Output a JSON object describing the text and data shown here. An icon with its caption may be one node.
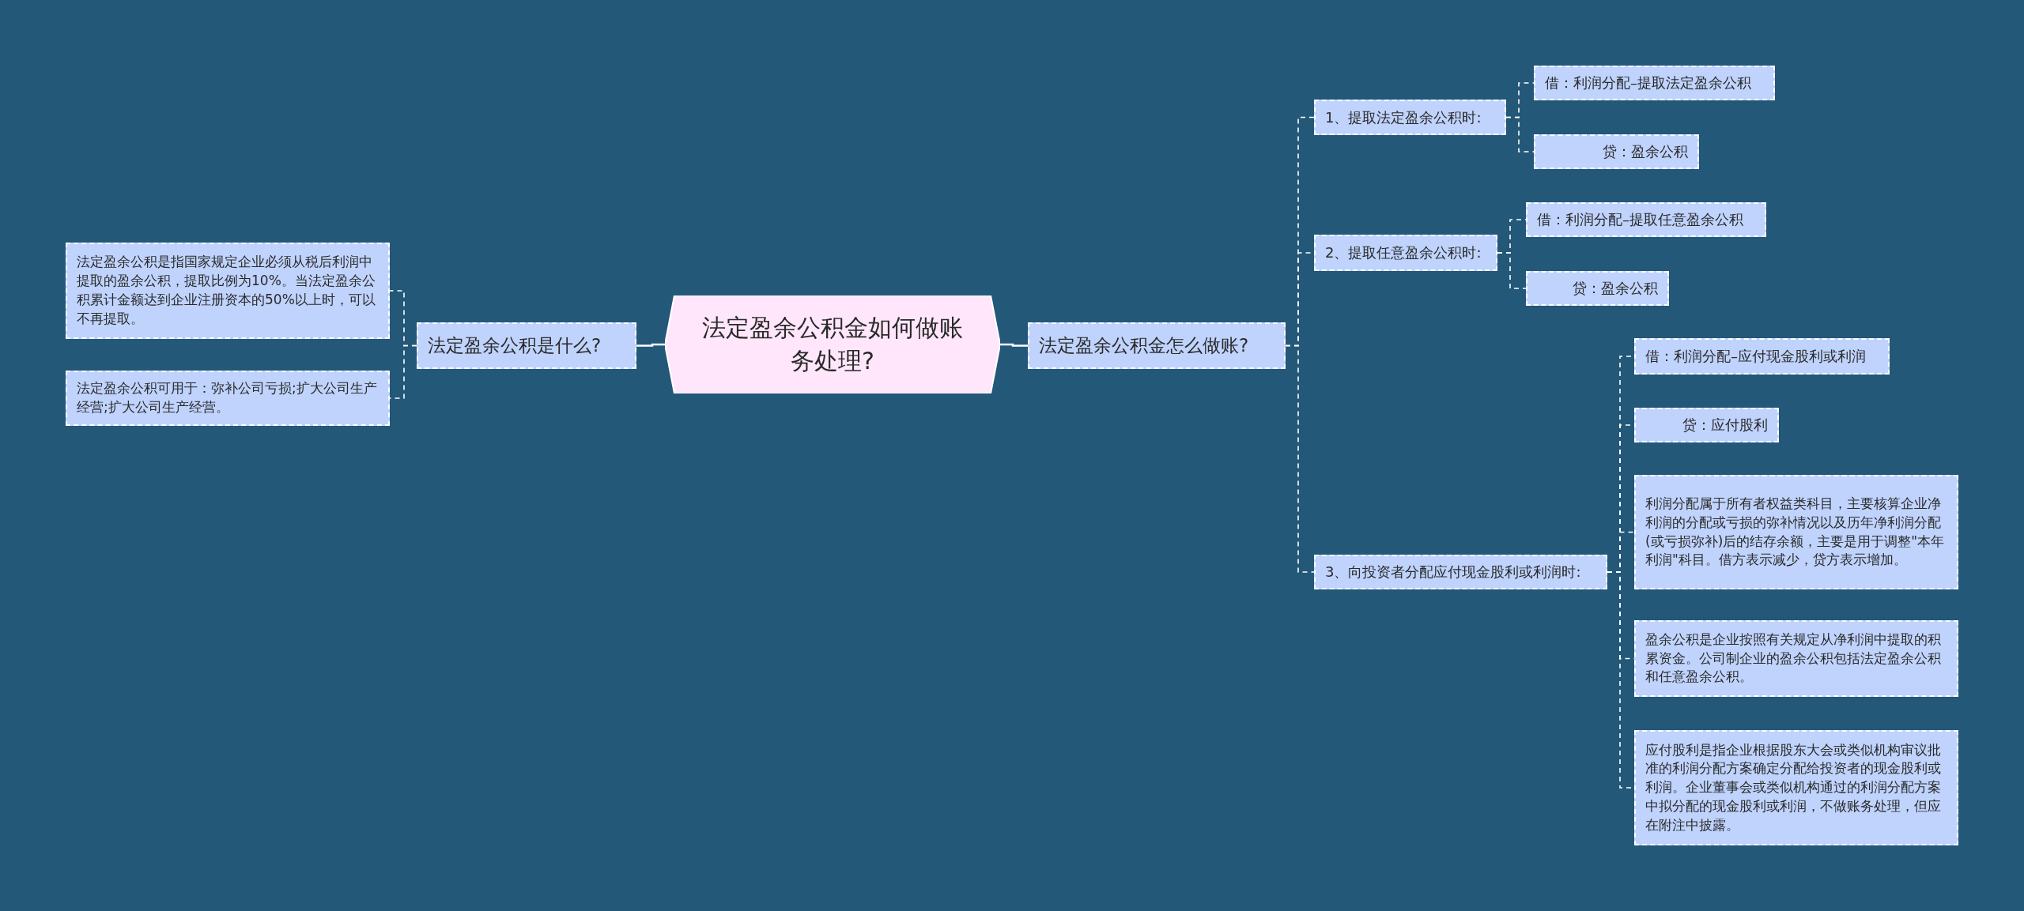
{
  "diagram": {
    "nodes": [
      {
        "text": [
          "法定盈余公积金如何做账务处理?"
        ]
      },
      {
        "text": [
          "法定盈余公积是什么?"
        ]
      },
      {
        "text": [
          "法定盈余公积是指国家规定企业必须从税后利润中提取的盈余公积，提取比例为10%。当法定盈余公积累计金额达到企业注册资本的50%以上时，可以不再提取。"
        ]
      },
      {
        "text": [
          "法定盈余公积可用于：弥补公司亏损;扩大公司生产经营;扩大公司生产经营。"
        ]
      },
      {
        "text": [
          "法定盈余公积金怎么做账?"
        ]
      },
      {
        "text": [
          "1、提取法定盈余公积时:"
        ]
      },
      {
        "text": [
          "借：利润分配–提取法定盈余公积"
        ]
      },
      {
        "text": [
          "贷：盈余公积"
        ]
      },
      {
        "text": [
          "2、提取任意盈余公积时:"
        ]
      },
      {
        "text": [
          "借：利润分配–提取任意盈余公积"
        ]
      },
      {
        "text": [
          "贷：盈余公积"
        ]
      },
      {
        "text": [
          "3、向投资者分配应付现金股利或利润时:"
        ]
      },
      {
        "text": [
          "借：利润分配–应付现金股利或利润"
        ]
      },
      {
        "text": [
          "贷：应付股利"
        ]
      },
      {
        "text": [
          "利润分配属于所有者权益类科目，主要核算企业净利润的分配或亏损的弥补情况以及历年净利润分配(或亏损弥补)后的结存余额，主要是用于调整\"本年利润\"科目。借方表示减少，贷方表示增加。"
        ]
      },
      {
        "text": [
          "盈余公积是企业按照有关规定从净利润中提取的积累资金。公司制企业的盈余公积包括法定盈余公积和任意盈余公积。"
        ]
      },
      {
        "text": [
          "应付股利是指企业根据股东大会或类似机构审议批准的利润分配方案确定分配给投资者的现金股利或利润。企业董事会或类似机构通过的利润分配方案中拟分配的现金股利或利润，不做账务处理，但应在附注中披露。"
        ]
      }
    ],
    "edges": [
      {
        "from": 0,
        "to": 1,
        "arrow": "none"
      },
      {
        "from": 1,
        "to": 2,
        "arrow": "none",
        "style": "dashed"
      },
      {
        "from": 1,
        "to": 3,
        "arrow": "none",
        "style": "dashed"
      },
      {
        "from": 0,
        "to": 4,
        "arrow": "none"
      },
      {
        "from": 4,
        "to": 5,
        "arrow": "none",
        "style": "dashed"
      },
      {
        "from": 5,
        "to": 6,
        "arrow": "none",
        "style": "dashed"
      },
      {
        "from": 5,
        "to": 7,
        "arrow": "none",
        "style": "dashed"
      },
      {
        "from": 4,
        "to": 8,
        "arrow": "none",
        "style": "dashed"
      },
      {
        "from": 8,
        "to": 9,
        "arrow": "none",
        "style": "dashed"
      },
      {
        "from": 8,
        "to": 10,
        "arrow": "none",
        "style": "dashed"
      },
      {
        "from": 4,
        "to": 11,
        "arrow": "none",
        "style": "dashed"
      },
      {
        "from": 11,
        "to": 12,
        "arrow": "none",
        "style": "dashed"
      },
      {
        "from": 11,
        "to": 13,
        "arrow": "none",
        "style": "dashed"
      },
      {
        "from": 11,
        "to": 14,
        "arrow": "none",
        "style": "dashed"
      },
      {
        "from": 11,
        "to": 15,
        "arrow": "none",
        "style": "dashed"
      },
      {
        "from": 11,
        "to": 16,
        "arrow": "none",
        "style": "dashed"
      }
    ]
  }
}
